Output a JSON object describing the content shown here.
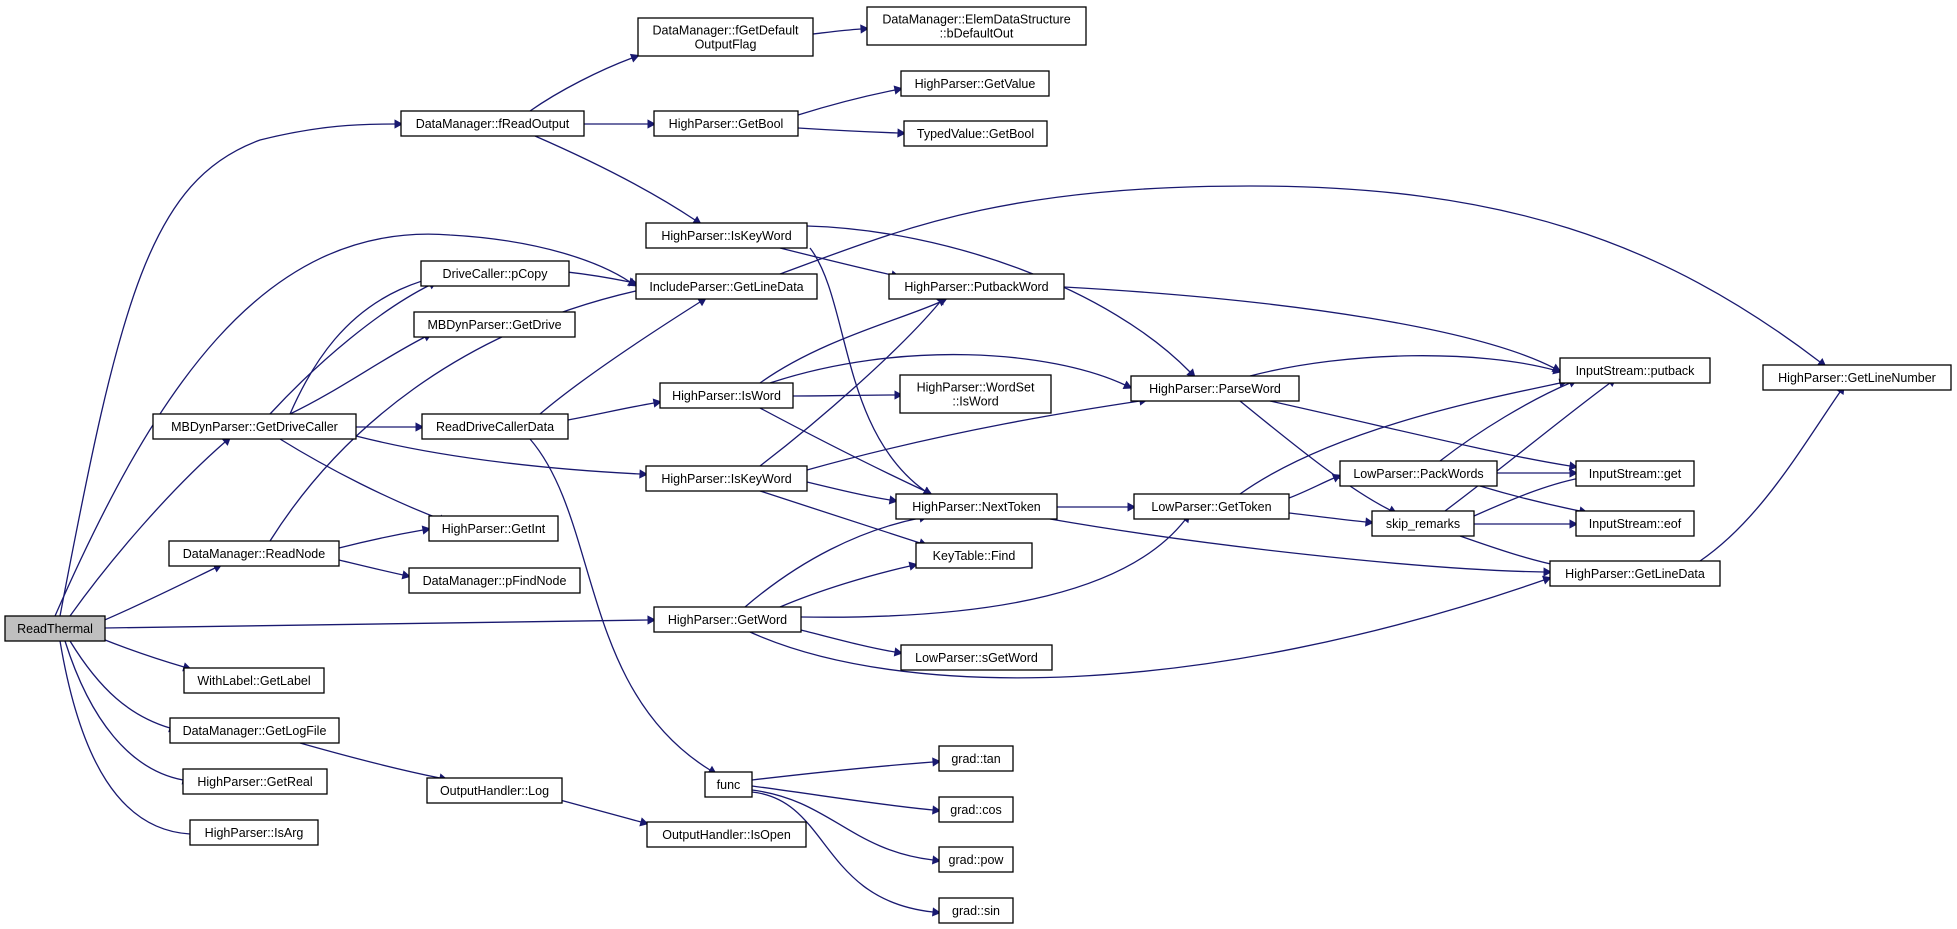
{
  "diagram": {
    "type": "call-graph",
    "root": "ReadThermal",
    "colors": {
      "edge": "#191970",
      "node_border": "#000000",
      "root_fill": "#bfbfbf",
      "node_fill": "#ffffff"
    },
    "nodes": [
      {
        "id": "ReadThermal",
        "lines": [
          "ReadThermal"
        ],
        "root": true
      },
      {
        "id": "DM_fReadOutput",
        "lines": [
          "DataManager::fReadOutput"
        ]
      },
      {
        "id": "DM_fGetDefaultOutputFlag",
        "lines": [
          "DataManager::fGetDefault",
          "OutputFlag"
        ]
      },
      {
        "id": "DM_EDS_bDefaultOut",
        "lines": [
          "DataManager::ElemDataStructure",
          "::bDefaultOut"
        ]
      },
      {
        "id": "HP_GetBool",
        "lines": [
          "HighParser::GetBool"
        ]
      },
      {
        "id": "HP_GetValue",
        "lines": [
          "HighParser::GetValue"
        ]
      },
      {
        "id": "TV_GetBool",
        "lines": [
          "TypedValue::GetBool"
        ]
      },
      {
        "id": "HP_IsKeyWord1",
        "lines": [
          "HighParser::IsKeyWord"
        ]
      },
      {
        "id": "IP_GetLineData",
        "lines": [
          "IncludeParser::GetLineData"
        ]
      },
      {
        "id": "DC_pCopy",
        "lines": [
          "DriveCaller::pCopy"
        ]
      },
      {
        "id": "MBP_GetDrive",
        "lines": [
          "MBDynParser::GetDrive"
        ]
      },
      {
        "id": "MBP_GetDriveCaller",
        "lines": [
          "MBDynParser::GetDriveCaller"
        ]
      },
      {
        "id": "ReadDriveCallerData",
        "lines": [
          "ReadDriveCallerData"
        ]
      },
      {
        "id": "HP_PutbackWord",
        "lines": [
          "HighParser::PutbackWord"
        ]
      },
      {
        "id": "HP_IsWord",
        "lines": [
          "HighParser::IsWord"
        ]
      },
      {
        "id": "HP_WordSet_IsWord",
        "lines": [
          "HighParser::WordSet",
          "::IsWord"
        ]
      },
      {
        "id": "HP_ParseWord",
        "lines": [
          "HighParser::ParseWord"
        ]
      },
      {
        "id": "IS_putback",
        "lines": [
          "InputStream::putback"
        ]
      },
      {
        "id": "HP_GetLineNumber",
        "lines": [
          "HighParser::GetLineNumber"
        ]
      },
      {
        "id": "HP_IsKeyWord2",
        "lines": [
          "HighParser::IsKeyWord"
        ]
      },
      {
        "id": "HP_NextToken",
        "lines": [
          "HighParser::NextToken"
        ]
      },
      {
        "id": "LP_GetToken",
        "lines": [
          "LowParser::GetToken"
        ]
      },
      {
        "id": "LP_PackWords",
        "lines": [
          "LowParser::PackWords"
        ]
      },
      {
        "id": "IS_get",
        "lines": [
          "InputStream::get"
        ]
      },
      {
        "id": "skip_remarks",
        "lines": [
          "skip_remarks"
        ]
      },
      {
        "id": "IS_eof",
        "lines": [
          "InputStream::eof"
        ]
      },
      {
        "id": "DM_ReadNode",
        "lines": [
          "DataManager::ReadNode"
        ]
      },
      {
        "id": "HP_GetInt",
        "lines": [
          "HighParser::GetInt"
        ]
      },
      {
        "id": "DM_pFindNode",
        "lines": [
          "DataManager::pFindNode"
        ]
      },
      {
        "id": "KT_Find",
        "lines": [
          "KeyTable::Find"
        ]
      },
      {
        "id": "HP_GetLineData",
        "lines": [
          "HighParser::GetLineData"
        ]
      },
      {
        "id": "HP_GetWord",
        "lines": [
          "HighParser::GetWord"
        ]
      },
      {
        "id": "LP_sGetWord",
        "lines": [
          "LowParser::sGetWord"
        ]
      },
      {
        "id": "WL_GetLabel",
        "lines": [
          "WithLabel::GetLabel"
        ]
      },
      {
        "id": "DM_GetLogFile",
        "lines": [
          "DataManager::GetLogFile"
        ]
      },
      {
        "id": "HP_GetReal",
        "lines": [
          "HighParser::GetReal"
        ]
      },
      {
        "id": "HP_IsArg",
        "lines": [
          "HighParser::IsArg"
        ]
      },
      {
        "id": "OH_Log",
        "lines": [
          "OutputHandler::Log"
        ]
      },
      {
        "id": "OH_IsOpen",
        "lines": [
          "OutputHandler::IsOpen"
        ]
      },
      {
        "id": "func",
        "lines": [
          "func"
        ]
      },
      {
        "id": "grad_tan",
        "lines": [
          "grad::tan"
        ]
      },
      {
        "id": "grad_cos",
        "lines": [
          "grad::cos"
        ]
      },
      {
        "id": "grad_pow",
        "lines": [
          "grad::pow"
        ]
      },
      {
        "id": "grad_sin",
        "lines": [
          "grad::sin"
        ]
      }
    ]
  }
}
